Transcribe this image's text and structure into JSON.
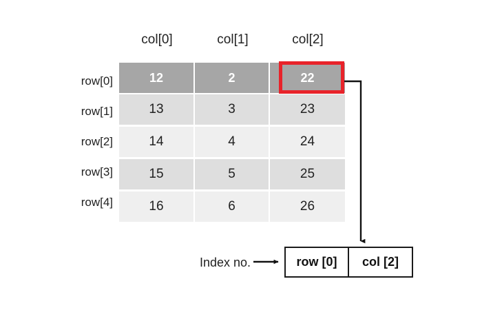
{
  "table": {
    "column_headers": [
      "col[0]",
      "col[1]",
      "col[2]"
    ],
    "row_labels": [
      "row[0]",
      "row[1]",
      "row[2]",
      "row[3]",
      "row[4]"
    ],
    "rows": [
      [
        "12",
        "2",
        "22"
      ],
      [
        "13",
        "3",
        "23"
      ],
      [
        "14",
        "4",
        "24"
      ],
      [
        "15",
        "5",
        "25"
      ],
      [
        "16",
        "6",
        "26"
      ]
    ],
    "selected_row_index": 0,
    "highlighted_cell": {
      "row": "row[0]",
      "col": "col[2]",
      "value": "22"
    },
    "colors": {
      "selected_row_bg": "#a6a6a6",
      "selected_row_text": "#ffffff",
      "band_dark_bg": "#dedede",
      "band_light_bg": "#efefef",
      "highlight_border": "#e8232a",
      "text": "#222222",
      "connector": "#111111",
      "page_bg": "#ffffff"
    }
  },
  "callout": {
    "caption": "Index no.",
    "row_index_label": "row [0]",
    "col_index_label": "col [2]"
  }
}
